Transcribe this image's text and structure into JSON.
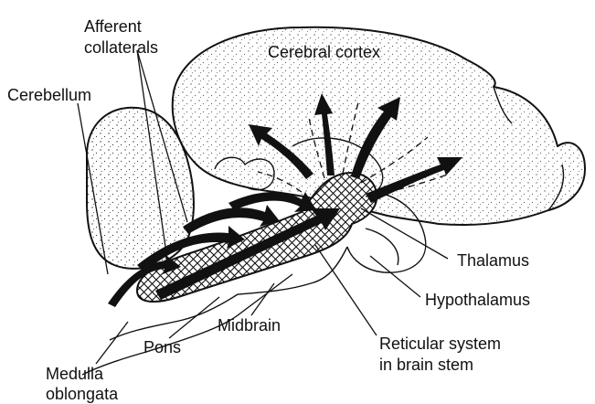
{
  "labels": {
    "afferent_collaterals_line1": "Afferent",
    "afferent_collaterals_line2": "collaterals",
    "cerebellum": "Cerebellum",
    "cerebral_cortex": "Cerebral cortex",
    "thalamus": "Thalamus",
    "hypothalamus": "Hypothalamus",
    "midbrain": "Midbrain",
    "pons": "Pons",
    "reticular_line1": "Reticular system",
    "reticular_line2": "in brain stem",
    "medulla_line1": "Medulla",
    "medulla_line2": "oblongata"
  }
}
